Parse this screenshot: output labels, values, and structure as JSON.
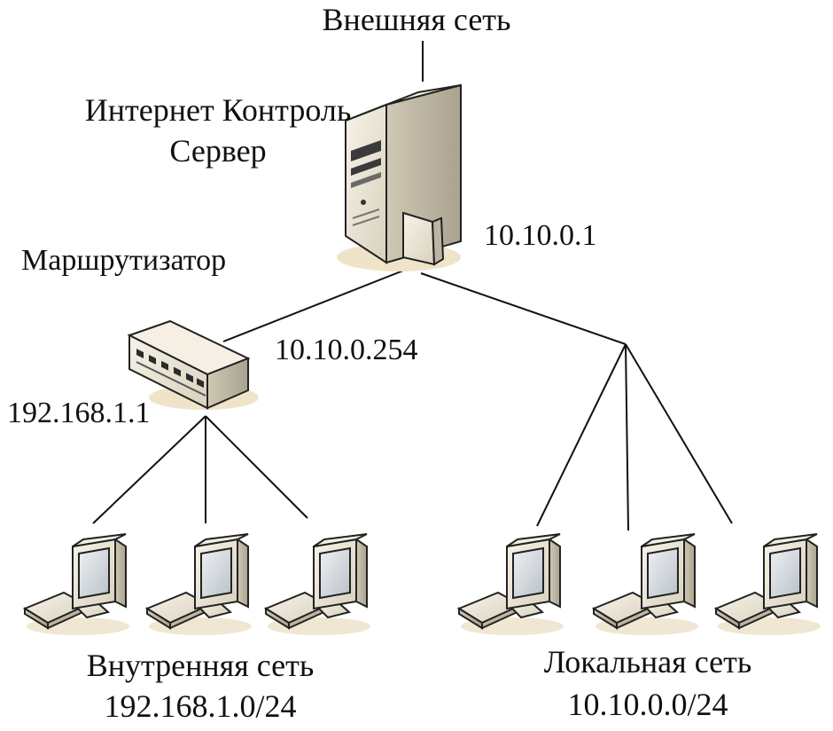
{
  "labels": {
    "external_network": "Внешняя сеть",
    "server_line1": "Интернет Контроль",
    "server_line2": "Сервер",
    "server_ip": "10.10.0.1",
    "router": "Маршрутизатор",
    "router_external_ip": "10.10.0.254",
    "router_internal_ip": "192.168.1.1",
    "internal_network": "Внутренняя сеть",
    "internal_subnet": "192.168.1.0/24",
    "local_network": "Локальная сеть",
    "local_subnet": "10.10.0.0/24"
  },
  "icons": {
    "server": "server-tower-icon",
    "router": "router-switch-icon",
    "workstation": "computer-workstation-icon"
  },
  "colors": {
    "case": "#e9e3d2",
    "case_shade": "#bdb7a6",
    "screen": "#cfd5da",
    "shadow": "#e8dcbf",
    "line": "#111111"
  }
}
